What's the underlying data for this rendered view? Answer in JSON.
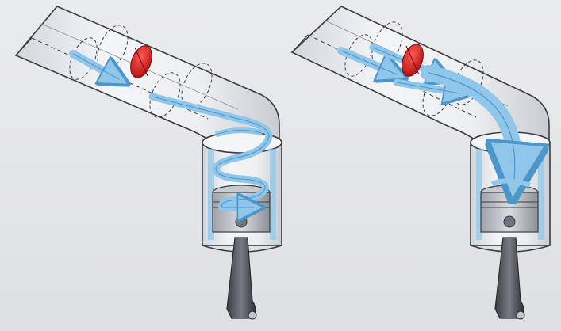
{
  "figure": {
    "panels": [
      {
        "name": "swirl",
        "flow_pattern": "swirl-motion",
        "flap_icon": "red-throttle-flap-icon",
        "arrow_icon": "blue-airflow-arrow-icon",
        "component_icons": [
          "intake-port-icon",
          "cylinder-icon",
          "piston-icon",
          "connecting-rod-icon"
        ]
      },
      {
        "name": "tumble",
        "flow_pattern": "tumble-motion",
        "flap_icon": "red-throttle-flap-icon",
        "arrow_icon": "blue-airflow-arrow-icon",
        "component_icons": [
          "intake-port-icon",
          "cylinder-icon",
          "piston-icon",
          "connecting-rod-icon"
        ]
      }
    ],
    "colors": {
      "background": "#e4e5e7",
      "flow": "#8fc6ea",
      "flow_edge": "#4b97c9",
      "flap": "#d8161b",
      "outline": "#3a3d42",
      "glass": "#f4f6f8"
    }
  }
}
